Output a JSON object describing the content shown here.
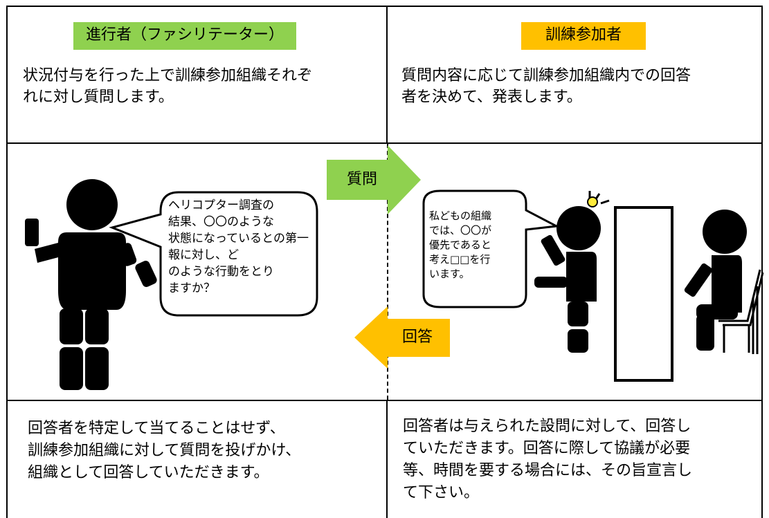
{
  "facilitator": {
    "label": "進行者（ファシリテーター）",
    "label_color": "#8fd14f",
    "description": "状況付与を行った上で訓練参加組織それぞ\nれに対し質問します。",
    "speech": "ヘリコプター調査の\n結果、〇〇のような\n状態になっているとの第一報に対し、ど\nのような行動をとり\nますか？",
    "note": "回答者を特定して当てることはせず、\n訓練参加組織に対して質問を投げかけ、\n組織として回答していただきます。"
  },
  "participant": {
    "label": "訓練参加者",
    "label_color": "#ffc000",
    "description": "質問内容に応じて訓練参加組織内での回答\n者を決めて、発表します。",
    "speech": "私どもの組織\nでは、〇〇が\n優先であると\n考え□□を行\nいます。",
    "note": "回答者は与えられた設問に対して、回答し\nていただきます。回答に際して協議が必要\n等、時間を要する場合には、その旨宣言し\nて下さい。"
  },
  "arrows": {
    "question": {
      "label": "質問",
      "color": "#8fd14f"
    },
    "answer": {
      "label": "回答",
      "color": "#ffc000"
    }
  }
}
